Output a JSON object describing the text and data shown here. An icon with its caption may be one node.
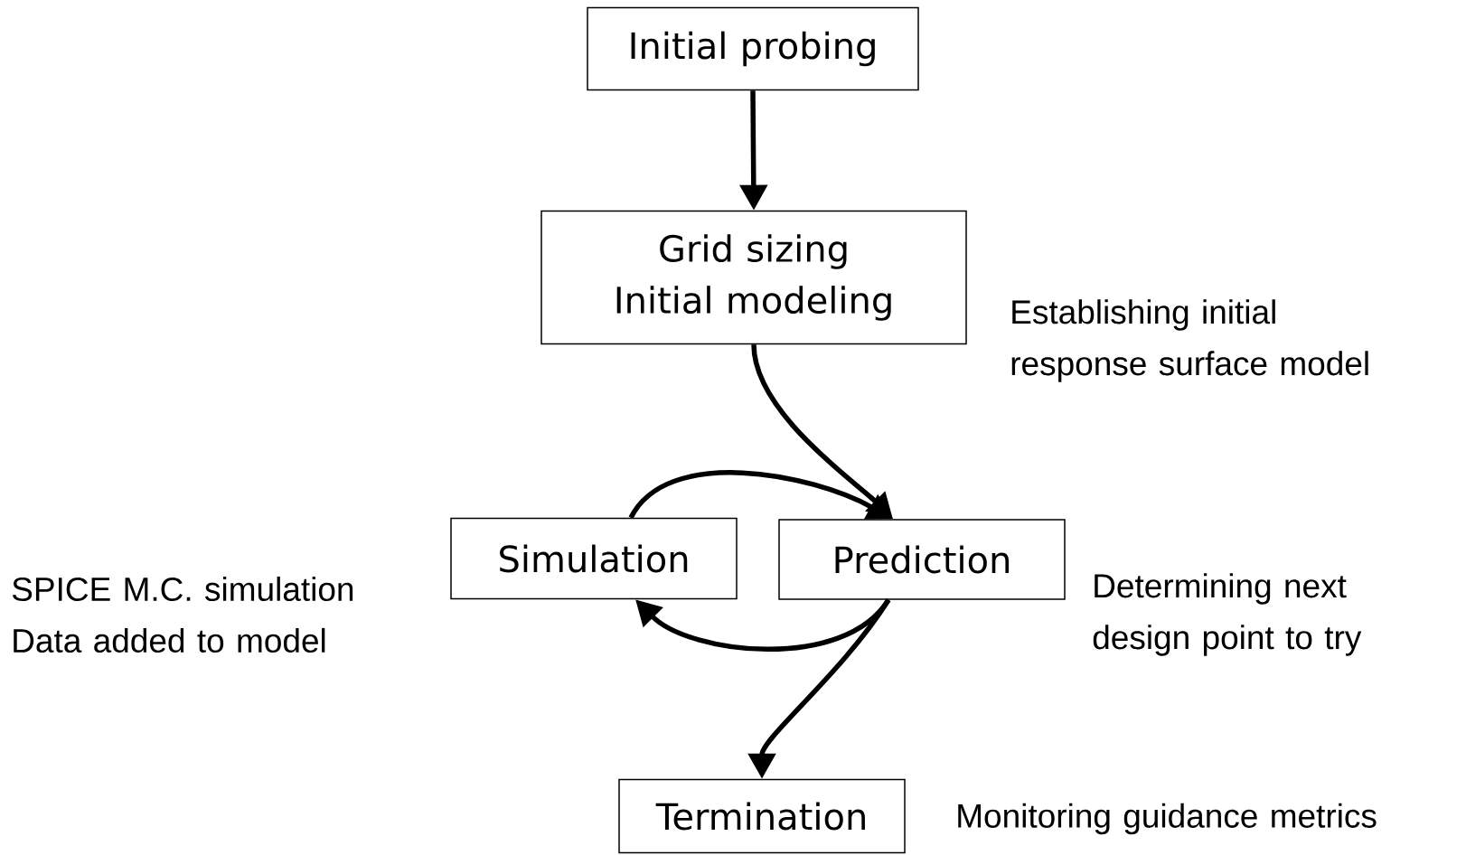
{
  "diagram": {
    "nodes": [
      {
        "text": [
          "Initial probing"
        ]
      },
      {
        "text": [
          "Grid sizing Initial modeling"
        ],
        "beside": [
          "Establishing initial response surface model"
        ]
      },
      {
        "text": [
          "Simulation"
        ],
        "beside": [
          "SPICE M.C. simulation Data added to model"
        ]
      },
      {
        "text": [
          "Prediction"
        ],
        "beside": [
          "Determining next design point to try"
        ]
      },
      {
        "text": [
          "Termination"
        ],
        "beside": [
          "Monitoring guidance metrics"
        ]
      }
    ],
    "edges": [
      {
        "from": 0,
        "to": 1,
        "arrow": "to"
      },
      {
        "from": 1,
        "to": 3,
        "arrow": "to"
      },
      {
        "from": 2,
        "to": 3,
        "arrow": "to"
      },
      {
        "from": 3,
        "to": 2,
        "arrow": "to"
      },
      {
        "from": 3,
        "to": 4,
        "arrow": "to"
      }
    ]
  }
}
